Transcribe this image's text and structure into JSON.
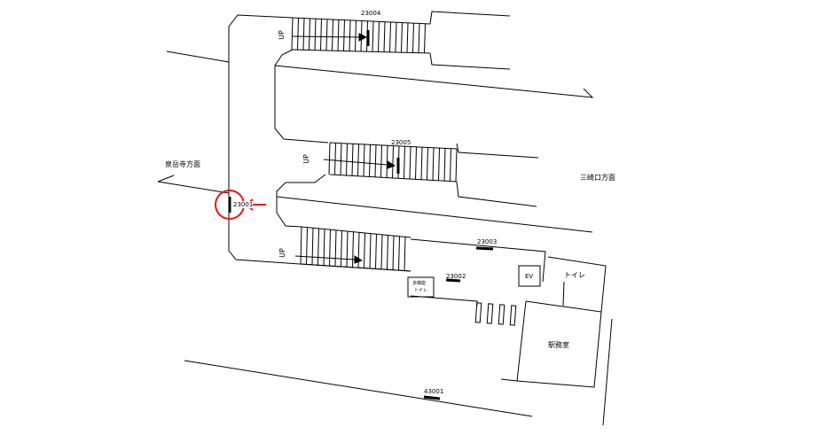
{
  "labels": {
    "izumidake": "泉岳寺方面",
    "misakiguchi": "三崎口方面",
    "toilet": "トイレ",
    "station_office": "駅務室",
    "ev": "EV",
    "multi_toilet_1": "多機能",
    "multi_toilet_2": "トイレ",
    "up": "UP"
  },
  "codes": {
    "c23004": "23004",
    "c23005": "23005",
    "c23001": "23001",
    "c23003": "23003",
    "c23002": "23002",
    "c43001": "43001"
  },
  "colors": {
    "highlight": "#e8141b",
    "line": "#000000"
  }
}
